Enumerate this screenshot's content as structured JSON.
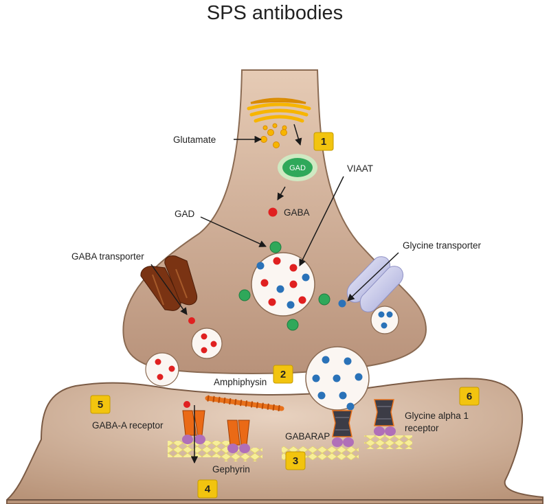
{
  "title": "SPS antibodies",
  "labels": {
    "glutamate": "Glutamate",
    "gad_enzyme": "GAD",
    "viaat": "VIAAT",
    "gaba": "GABA",
    "gad": "GAD",
    "glycine_transporter": "Glycine transporter",
    "gaba_transporter": "GABA transporter",
    "amphiphysin": "Amphiphysin",
    "gaba_a_receptor": "GABA-A receptor",
    "gabarap": "GABARAP",
    "glycine_alpha_1_receptor_line1": "Glycine alpha 1",
    "glycine_alpha_1_receptor_line2": "receptor",
    "gephyrin": "Gephyrin"
  },
  "markers": {
    "m1": "1",
    "m2": "2",
    "m3": "3",
    "m4": "4",
    "m5": "5",
    "m6": "6"
  },
  "colors": {
    "presynaptic": "#c9a68c",
    "postsynaptic": "#c4a186",
    "gaba": "#e02020",
    "glycine": "#2a72b8",
    "gad": "#2fa85a",
    "marker": "#f2c40f",
    "glutamate": "#f7b500",
    "amphiphysin": "#e8701a",
    "gephyrin": "#f7ee9a"
  }
}
